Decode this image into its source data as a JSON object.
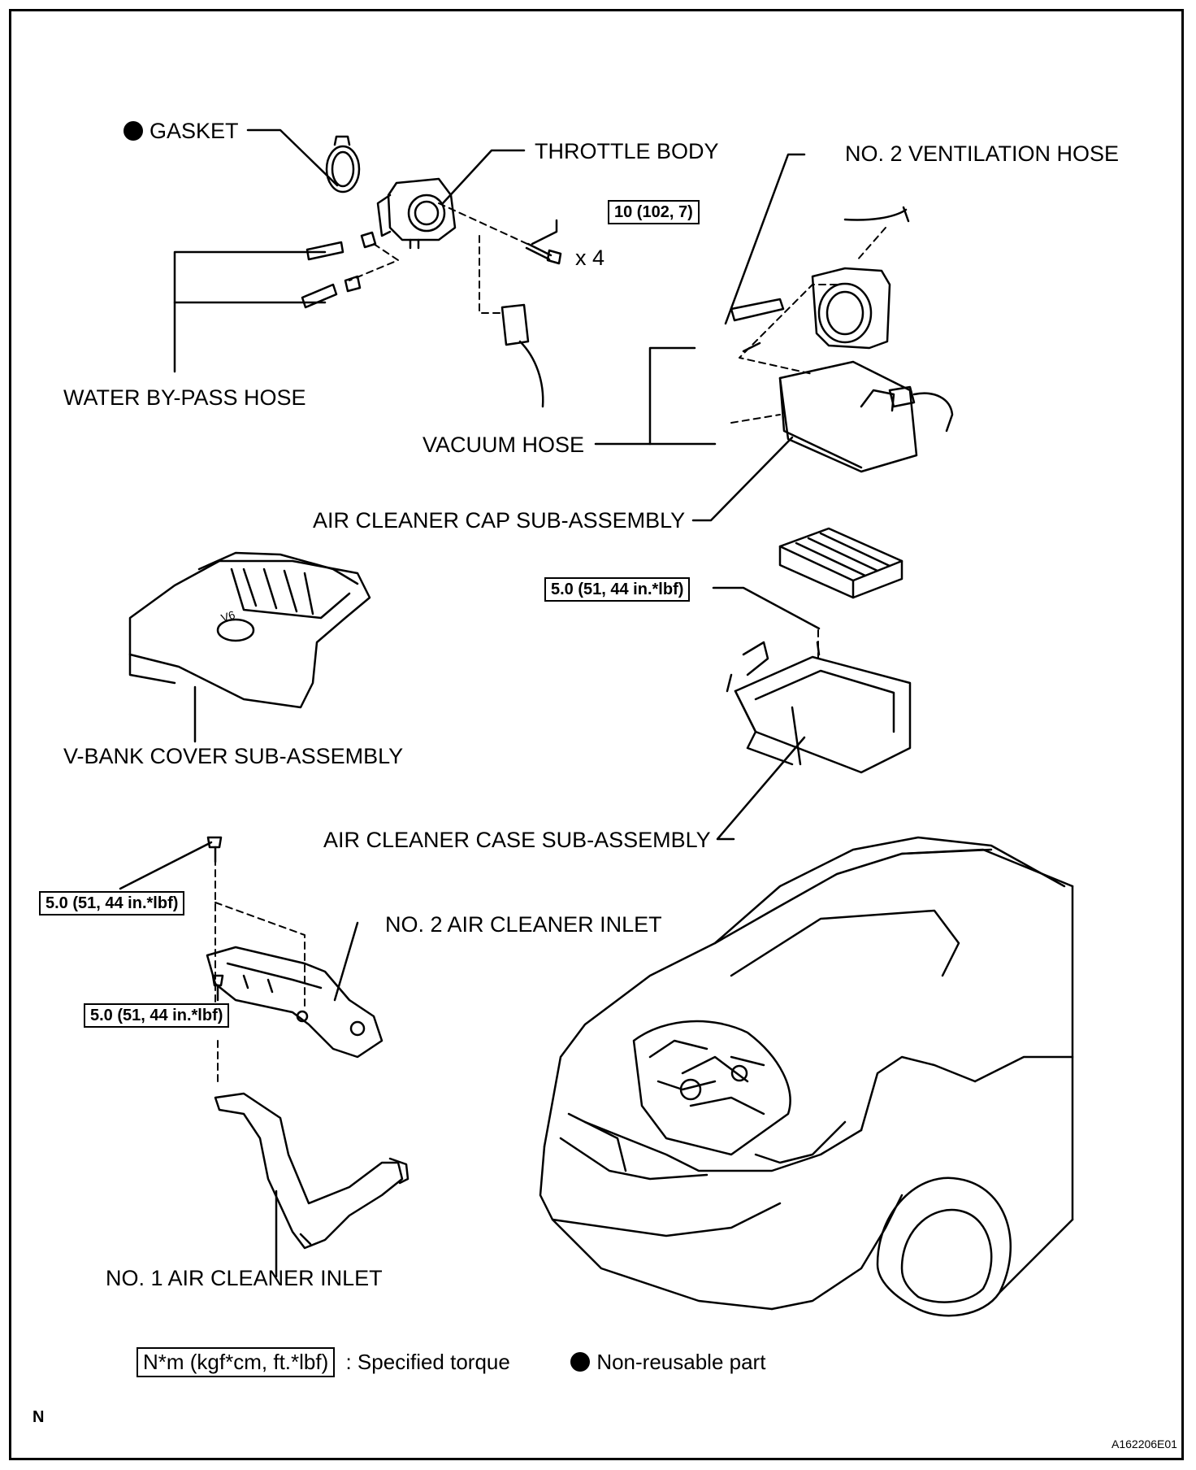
{
  "labels": {
    "gasket": "GASKET",
    "throttle_body": "THROTTLE BODY",
    "no2_ventilation_hose": "NO. 2 VENTILATION HOSE",
    "water_bypass_hose": "WATER BY-PASS HOSE",
    "vacuum_hose": "VACUUM HOSE",
    "air_cleaner_cap": "AIR CLEANER CAP SUB-ASSEMBLY",
    "v_bank_cover": "V-BANK COVER SUB-ASSEMBLY",
    "air_cleaner_case": "AIR CLEANER CASE SUB-ASSEMBLY",
    "no2_air_cleaner_inlet": "NO. 2 AIR CLEANER INLET",
    "no1_air_cleaner_inlet": "NO. 1 AIR CLEANER INLET",
    "bolt_qty": "x 4",
    "v6_emblem": "V6"
  },
  "torques": {
    "throttle_body": "10 (102, 7)",
    "air_cleaner_case": "5.0 (51, 44 in.*lbf)",
    "inlet_upper": "5.0 (51, 44 in.*lbf)",
    "inlet_lower": "5.0 (51, 44 in.*lbf)"
  },
  "legend": {
    "torque_box": "N*m (kgf*cm, ft.*lbf)",
    "torque_text": ": Specified torque",
    "nonreusable_text": "Non-reusable part"
  },
  "corner_mark": "N",
  "figure_id": "A162206E01"
}
